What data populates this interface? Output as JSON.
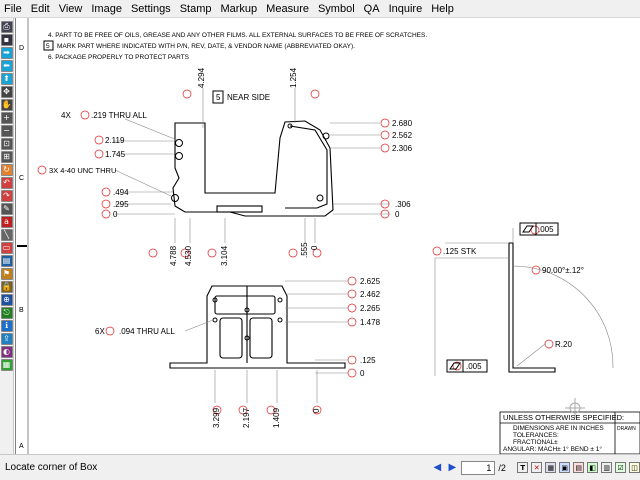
{
  "menu": [
    "File",
    "Edit",
    "View",
    "Image",
    "Settings",
    "Stamp",
    "Markup",
    "Measure",
    "Symbol",
    "QA",
    "Inquire",
    "Help"
  ],
  "toolbar_icons": [
    "print-icon",
    "save-icon",
    "arrow-right-icon",
    "arrow-left-icon",
    "arrow-up-icon",
    "pan-icon",
    "hand-icon",
    "zoom-in-icon",
    "zoom-out-icon",
    "zoom-window-icon",
    "fit-icon",
    "rotate-icon",
    "undo-icon",
    "redo-icon",
    "pencil-icon",
    "text-icon",
    "line-icon",
    "rectangle-icon",
    "stamp-icon",
    "flag-icon",
    "lock-icon",
    "balloon-icon",
    "hyperlink-icon",
    "info-icon",
    "export-icon",
    "palette-icon",
    "grid-icon"
  ],
  "notes": [
    "4.  PART TO BE FREE OF OILS, GREASE AND ANY OTHER FILMS. ALL EXTERNAL SURFACES TO BE FREE OF SCRATCHES.",
    "MARK PART WHERE INDICATED WITH P/N, REV, DATE, & VENDOR NAME (ABBREVIATED OKAY).",
    "6.  PACKAGE PROPERLY TO PROTECT PARTS"
  ],
  "note5_num": "5",
  "border_letters": {
    "d": "D",
    "c": "C",
    "b": "B",
    "a": "A"
  },
  "callouts": {
    "near_side_num": "5",
    "near_side": "NEAR SIDE",
    "hole_4x": "4X",
    "hole_4x_spec": ".219 THRU ALL",
    "tap_3x": "3X 4-40 UNC  THRU",
    "hole_6x": "6X",
    "hole_6x_spec": ".094 THRU ALL",
    "stk": ".125 STK",
    "angle": "90.00°±.12°",
    "radius": "R.20",
    "fcf_top": ".005",
    "fcf_bottom": ".005"
  },
  "dims": {
    "top_4294": "4.294",
    "top_1254": "1.254",
    "l_2119": "2.119",
    "l_1745": "1.745",
    "l_494": ".494",
    "l_295": ".295",
    "l_0": "0",
    "r_2680": "2.680",
    "r_2562": "2.562",
    "r_2306": "2.306",
    "r_306": ".306",
    "r_0": "0",
    "b_4788": "4.788",
    "b_4530": "4.530",
    "b_3104": "3.104",
    "b_555": ".555",
    "b_0": "0",
    "r2_2625": "2.625",
    "r2_2462": "2.462",
    "r2_2265": "2.265",
    "r2_1478": "1.478",
    "r2_125": ".125",
    "r2_0": "0",
    "b2_3299": "3.299",
    "b2_2197": "2.197",
    "b2_1409": "1.409",
    "b2_0": "0"
  },
  "title_block": {
    "line1": "UNLESS OTHERWISE SPECIFIED:",
    "line2": "DIMENSIONS ARE IN INCHES",
    "line3": "TOLERANCES:",
    "line4": "FRACTIONAL±",
    "line5": "ANGULAR: MACH± 1°  BEND ± 1°",
    "drawn": "DRAWN"
  },
  "status": {
    "message": "Locate corner of Box",
    "page_current": "1",
    "page_total": "/2"
  },
  "colors": {
    "balloon": "#e02020",
    "line": "#000000",
    "nav": "#1e4fc9"
  }
}
